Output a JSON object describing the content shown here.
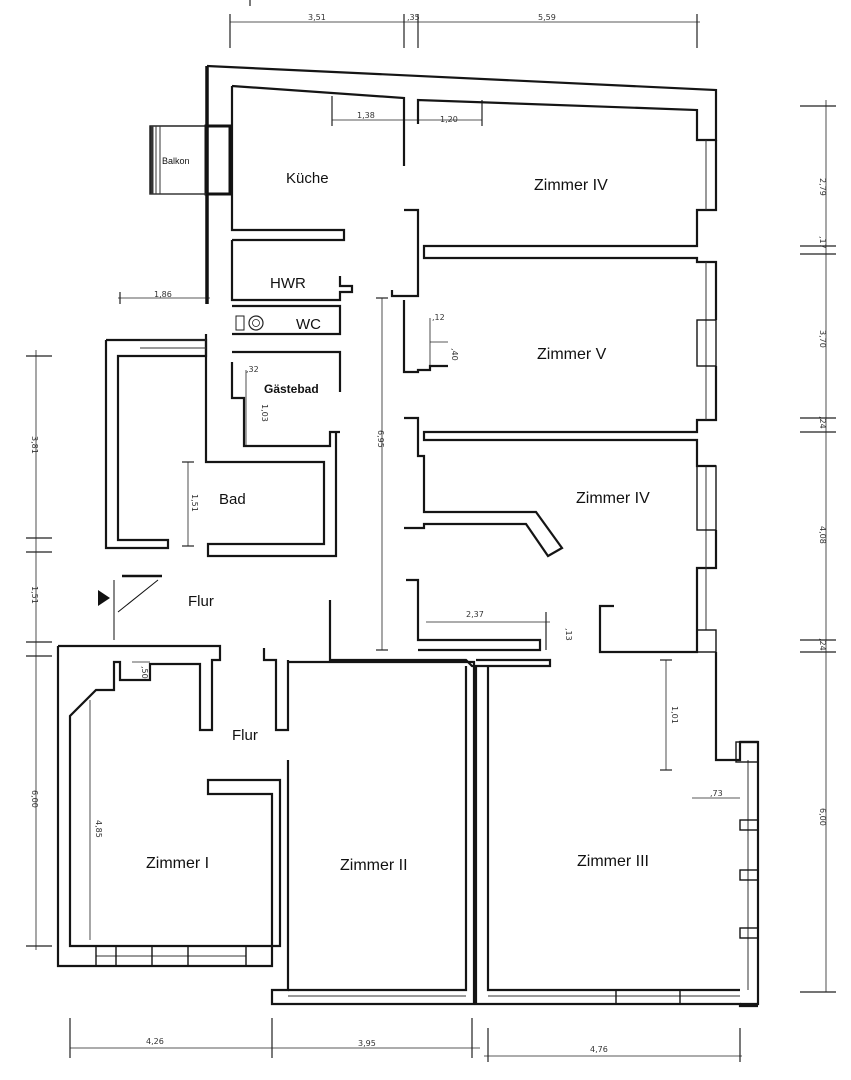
{
  "rooms": {
    "balkon": "Balkon",
    "kueche": "Küche",
    "zimmer_iv_top": "Zimmer IV",
    "hwr": "HWR",
    "wc": "WC",
    "zimmer_v": "Zimmer V",
    "gaestebad": "Gästebad",
    "bad": "Bad",
    "zimmer_iv_mid": "Zimmer IV",
    "flur_upper": "Flur",
    "flur_lower": "Flur",
    "zimmer_i": "Zimmer I",
    "zimmer_ii": "Zimmer II",
    "zimmer_iii": "Zimmer III"
  },
  "dimensions": {
    "top": [
      "3,51",
      ",35",
      "5,59"
    ],
    "top_inner": [
      "1,38",
      "1,20"
    ],
    "left_inner": "1,86",
    "bottom": [
      "4,26",
      "3,95",
      "4,76"
    ],
    "right": [
      "2,79",
      ",17",
      "3,70",
      ",24",
      "4,08",
      ",24",
      "6,00"
    ],
    "left": [
      "3,81",
      "1,51",
      "6,00"
    ],
    "center_vertical": "6,95",
    "bath_small": [
      ",32",
      "1,03"
    ],
    "bad_side": "1,51",
    "zv_small": [
      ",12",
      ",40"
    ],
    "zimmer_iv_mid_width": "2,37",
    "zimmer_iv_mid_small": ",13",
    "zimmer_i_small": ",50",
    "zimmer_i_side": "4,85",
    "zimmer_iii_side": "1,01",
    "zimmer_iii_bay": ",73"
  }
}
